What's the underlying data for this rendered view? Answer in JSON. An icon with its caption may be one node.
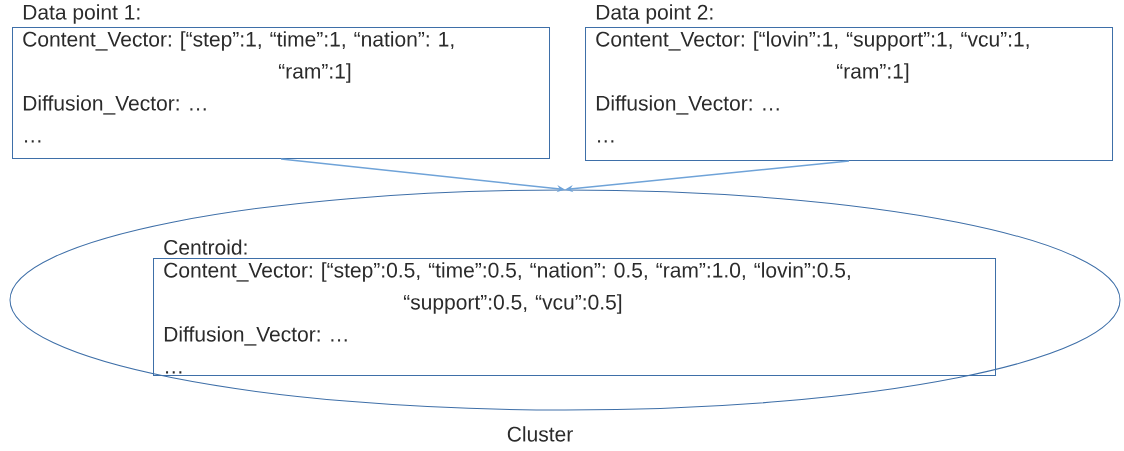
{
  "diagram": {
    "nodes": [
      {
        "text": [
          "Data point 1:",
          "Content_Vector: [“step”:1, “time”:1, “nation”: 1, “ram”:1]",
          "Diffusion_Vector: …",
          "…"
        ]
      },
      {
        "text": [
          "Data point 2:",
          "Content_Vector: [“lovin”:1, “support”:1, “vcu”:1, “ram”:1]",
          "Diffusion_Vector: …",
          "…"
        ]
      },
      {
        "text": [
          "Cluster"
        ]
      },
      {
        "text": [
          "Centroid:",
          "Content_Vector: [“step”:0.5, “time”:0.5, “nation”: 0.5, “ram”:1.0, “lovin”:0.5, “support”:0.5, “vcu”:0.5]",
          "Diffusion_Vector: …",
          "…"
        ],
        "in": 2
      }
    ],
    "edges": [
      {
        "from": 0,
        "to": 2,
        "arrow": "to"
      },
      {
        "from": 1,
        "to": 2,
        "arrow": "to"
      }
    ]
  }
}
